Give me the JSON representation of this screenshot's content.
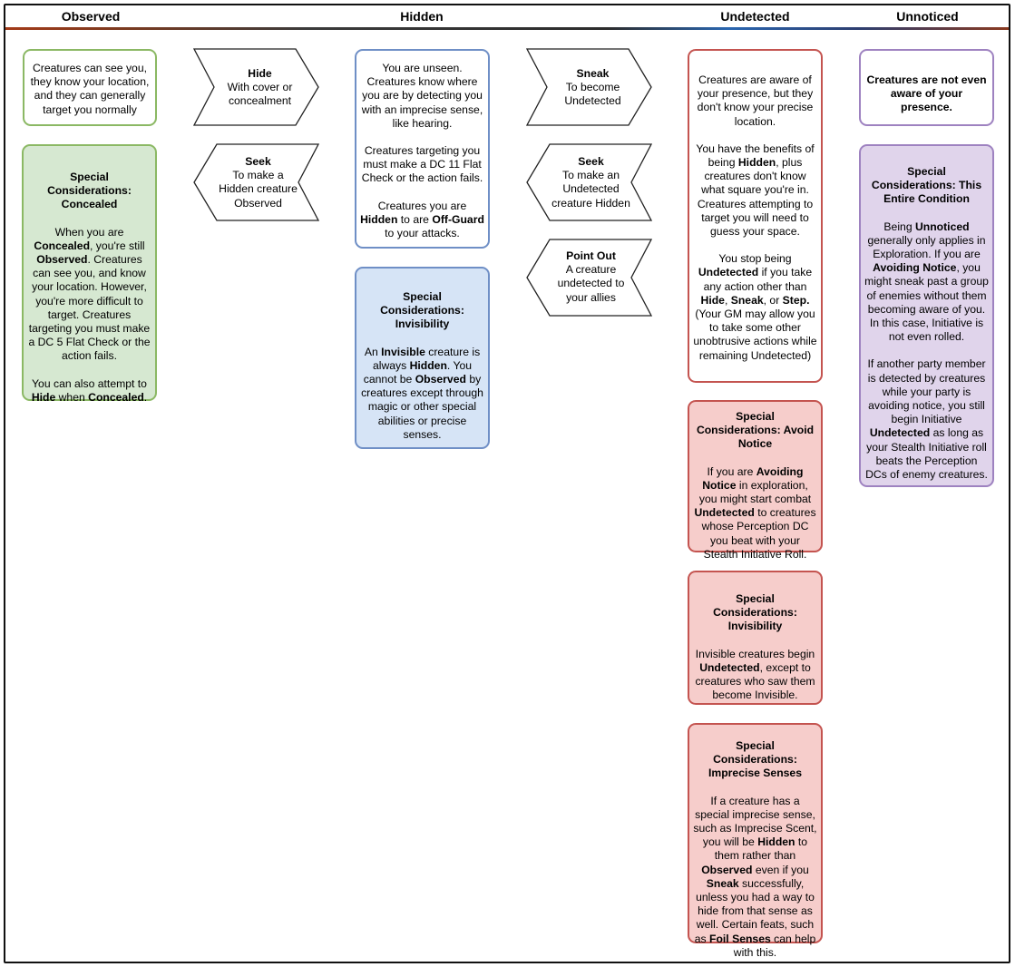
{
  "columns": [
    "Observed",
    "Hidden",
    "Undetected",
    "Unnoticed"
  ],
  "observed": {
    "summary": "Creatures can see you, they know your location, and they can generally target you normally",
    "special_title": "Special Considerations: Concealed",
    "special_p1": [
      "When you are ",
      "Concealed",
      ", you're still ",
      "Observed",
      ". Creatures can see you, and know your location. However, you're more difficult to target. Creatures targeting you must make a  DC 5 Flat Check or the action fails."
    ],
    "special_p2": [
      "You can also attempt to ",
      "Hide",
      " when ",
      "Concealed",
      "."
    ]
  },
  "hidden": {
    "p1": "You are unseen. Creatures know where you are by detecting you with an imprecise sense, like hearing.",
    "p2": "Creatures targeting you must make a DC 11 Flat Check or the action fails.",
    "p3": [
      "Creatures you are ",
      "Hidden",
      " to are ",
      "Off-Guard",
      " to your attacks."
    ],
    "special_title": "Special Considerations: Invisibility",
    "special_p1": [
      "An ",
      "Invisible",
      " creature is always ",
      "Hidden",
      ". You cannot be ",
      "Observed",
      " by creatures  except through magic or other special abilities or precise senses."
    ]
  },
  "undetected": {
    "p1": "Creatures are aware of your presence, but they don't know your precise location.",
    "p2": [
      "You have the benefits of being ",
      "Hidden",
      ", plus creatures don't know what square you're in. Creatures attempting to target you will need to guess your space."
    ],
    "p3": [
      "You stop being ",
      "Undetected",
      " if you take any action other than ",
      "Hide",
      ", ",
      "Sneak",
      ", or ",
      "Step.",
      " (Your GM may allow you to take some other unobtrusive actions while remaining Undetected)"
    ],
    "avoid_title": "Special Considerations: Avoid Notice",
    "avoid_p1": [
      "If you are ",
      "Avoiding Notice",
      " in exploration, you might start combat ",
      "Undetected",
      " to creatures whose Perception DC you beat with your Stealth Initiative Roll."
    ],
    "invis_title": "Special Considerations: Invisibility",
    "invis_p1": [
      "Invisible creatures begin ",
      "Undetected",
      ", except to creatures who saw them become Invisible."
    ],
    "imprecise_title": "Special Considerations: Imprecise Senses",
    "imprecise_p1": [
      "If a creature has a special imprecise sense, such as Imprecise Scent, you will be ",
      "Hidden",
      " to them rather than ",
      "Observed",
      " even if you ",
      "Sneak",
      " successfully, unless you had a way to hide from that sense as well. Certain feats, such as ",
      "Foil Senses",
      " can help with this."
    ]
  },
  "unnoticed": {
    "summary": "Creatures are not even aware of your presence.",
    "special_title": "Special Considerations: This Entire Condition",
    "special_p1": [
      "Being ",
      "Unnoticed",
      " generally only applies in Exploration. If you are ",
      "Avoiding Notice",
      ", you might sneak past a group of enemies without them becoming aware of you. In this case, Initiative is not even rolled."
    ],
    "special_p2": [
      "If another party member is detected by creatures while your party is avoiding notice, you still begin Initiative ",
      "Undetected",
      " as long as your Stealth Initiative roll beats the Perception DCs of enemy creatures."
    ]
  },
  "arrows": {
    "hide": {
      "title": "Hide",
      "line1": "With cover or",
      "line2": "concealment"
    },
    "seek1": {
      "title": "Seek",
      "line1": "To make a",
      "line2": "Hidden creature",
      "line3": "Observed"
    },
    "sneak": {
      "title": "Sneak",
      "line1": "To become",
      "line2": "Undetected"
    },
    "seek2": {
      "title": "Seek",
      "line1": "To make an",
      "line2": "Undetected",
      "line3": "creature Hidden"
    },
    "pointout": {
      "title": "Point Out",
      "line1": "A creature",
      "line2": "undetected to",
      "line3": "your allies"
    }
  },
  "colors": {
    "green": "#8bb864",
    "green_fill": "#d6e8d1",
    "blue": "#6f8fc6",
    "blue_fill": "#d6e4f6",
    "red": "#c45450",
    "red_fill": "#f6cdcb",
    "purple": "#9e82c0",
    "purple_fill": "#e0d4eb"
  }
}
